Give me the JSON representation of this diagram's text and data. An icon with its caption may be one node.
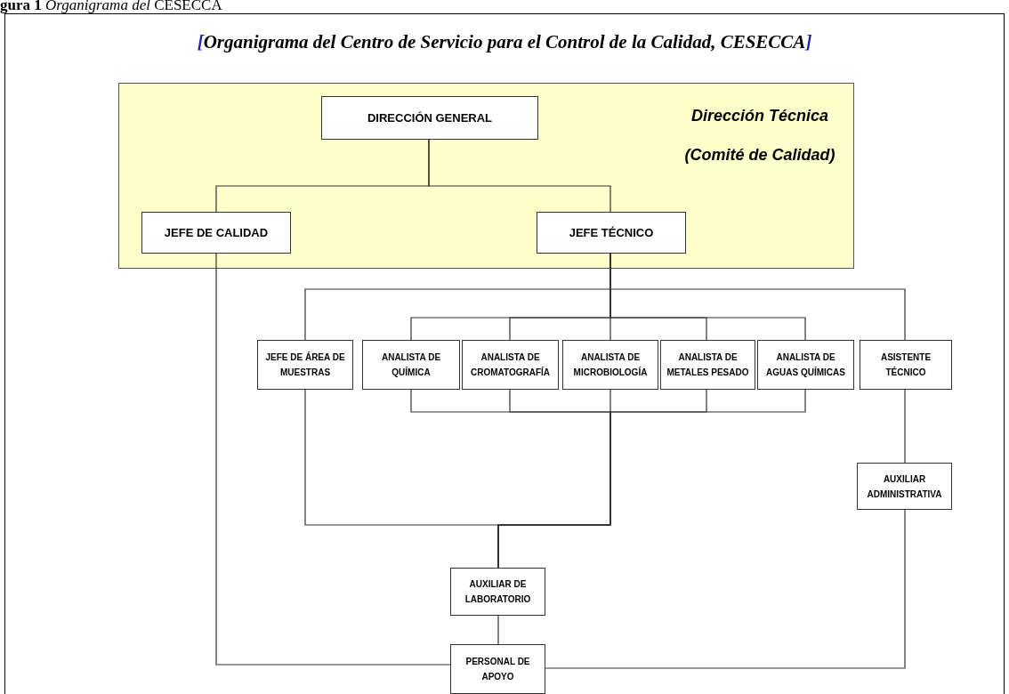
{
  "diagram": {
    "title": "[Organigrama del Centro de Servicio para el Control de la Calidad, CESECCA]",
    "nodes": [
      {
        "text": [
          "Dirección Técnica (Comité de Calidad)"
        ]
      },
      {
        "text": [
          "DIRECCIÓN GENERAL"
        ],
        "in": 0
      },
      {
        "text": [
          "JEFE DE CALIDAD"
        ],
        "in": 0
      },
      {
        "text": [
          "JEFE TÉCNICO"
        ],
        "in": 0
      },
      {
        "text": [
          "JEFE DE ÁREA DE MUESTRAS"
        ]
      },
      {
        "text": [
          "ANALISTA DE QUÍMICA"
        ]
      },
      {
        "text": [
          "ANALISTA DE CROMATOGRAFÍA"
        ]
      },
      {
        "text": [
          "ANALISTA DE MICROBIOLOGÍA"
        ]
      },
      {
        "text": [
          "ANALISTA DE METALES PESADO"
        ]
      },
      {
        "text": [
          "ANALISTA DE AGUAS QUÍMICAS"
        ]
      },
      {
        "text": [
          "ASISTENTE TÉCNICO"
        ]
      },
      {
        "text": [
          "AUXILIAR ADMINISTRATIVA"
        ]
      },
      {
        "text": [
          "AUXILIAR DE LABORATORIO"
        ]
      },
      {
        "text": [
          "PERSONAL DE APOYO"
        ]
      }
    ],
    "edges": [
      {
        "from": 1,
        "to": 2,
        "arrow": "none"
      },
      {
        "from": 1,
        "to": 3,
        "arrow": "none"
      },
      {
        "from": 3,
        "to": 4,
        "arrow": "none"
      },
      {
        "from": 3,
        "to": 5,
        "arrow": "none"
      },
      {
        "from": 3,
        "to": 6,
        "arrow": "none"
      },
      {
        "from": 3,
        "to": 7,
        "arrow": "none"
      },
      {
        "from": 3,
        "to": 8,
        "arrow": "none"
      },
      {
        "from": 3,
        "to": 9,
        "arrow": "none"
      },
      {
        "from": 3,
        "to": 10,
        "arrow": "none"
      },
      {
        "from": 4,
        "to": 12,
        "arrow": "none"
      },
      {
        "from": 5,
        "to": 12,
        "arrow": "none"
      },
      {
        "from": 6,
        "to": 12,
        "arrow": "none"
      },
      {
        "from": 7,
        "to": 12,
        "arrow": "none"
      },
      {
        "from": 8,
        "to": 12,
        "arrow": "none"
      },
      {
        "from": 9,
        "to": 12,
        "arrow": "none"
      },
      {
        "from": 12,
        "to": 13,
        "arrow": "none"
      },
      {
        "from": 2,
        "to": 13,
        "arrow": "none"
      },
      {
        "from": 10,
        "to": 11,
        "arrow": "none"
      },
      {
        "from": 11,
        "to": 13,
        "arrow": "none"
      }
    ],
    "labels": [
      "**gura 1** *Organigrama del* CESECCA"
    ]
  }
}
